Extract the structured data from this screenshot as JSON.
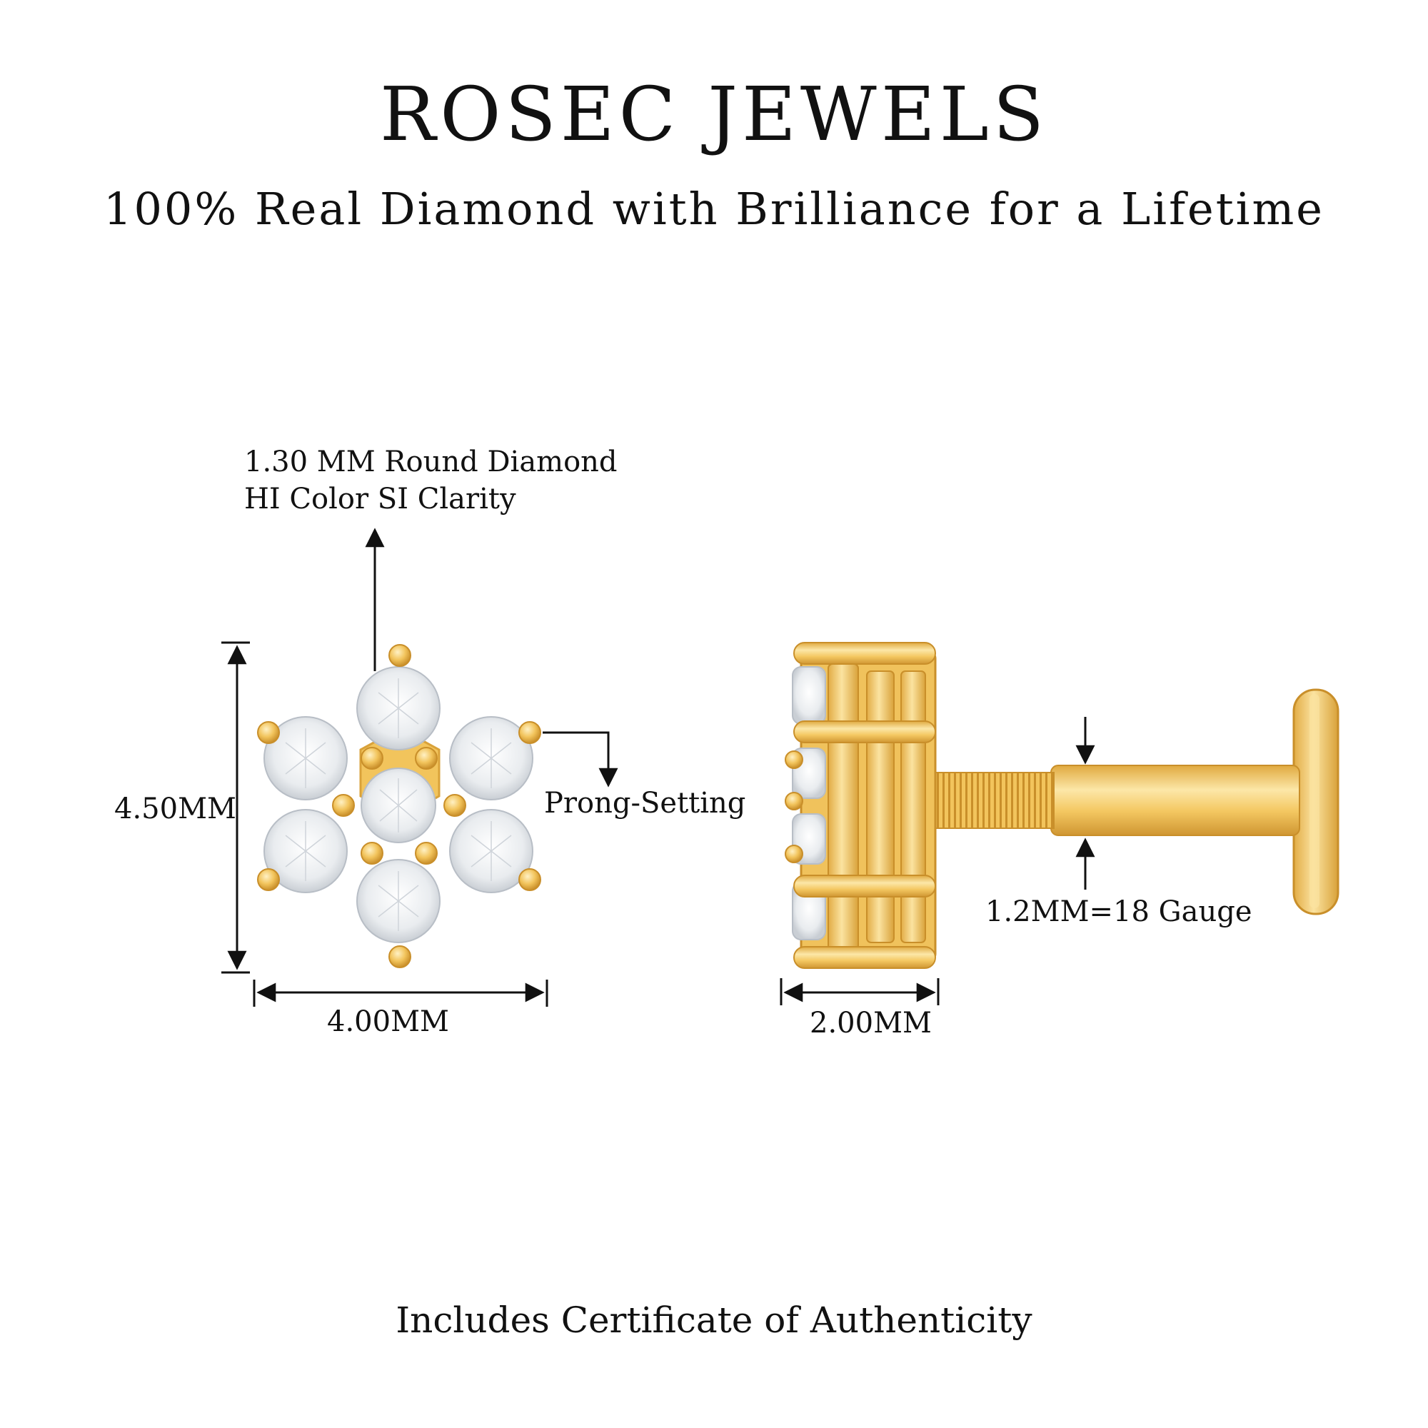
{
  "brand": "ROSEC JEWELS",
  "tagline": "100% Real Diamond with Brilliance for a Lifetime",
  "spec": {
    "line1": "1.30 MM Round Diamond",
    "line2": "HI Color SI Clarity"
  },
  "labels": {
    "prong": "Prong-Setting",
    "height": "4.50MM",
    "width": "4.00MM",
    "depth": "2.00MM",
    "gauge": "1.2MM=18 Gauge"
  },
  "footer": "Includes Certificate of Authenticity",
  "colors": {
    "gold": "#F2C45C",
    "gold_dark": "#D9A23A",
    "gold_light": "#FBE3A0",
    "diamond": "#EEF0F2",
    "text": "#111111"
  }
}
